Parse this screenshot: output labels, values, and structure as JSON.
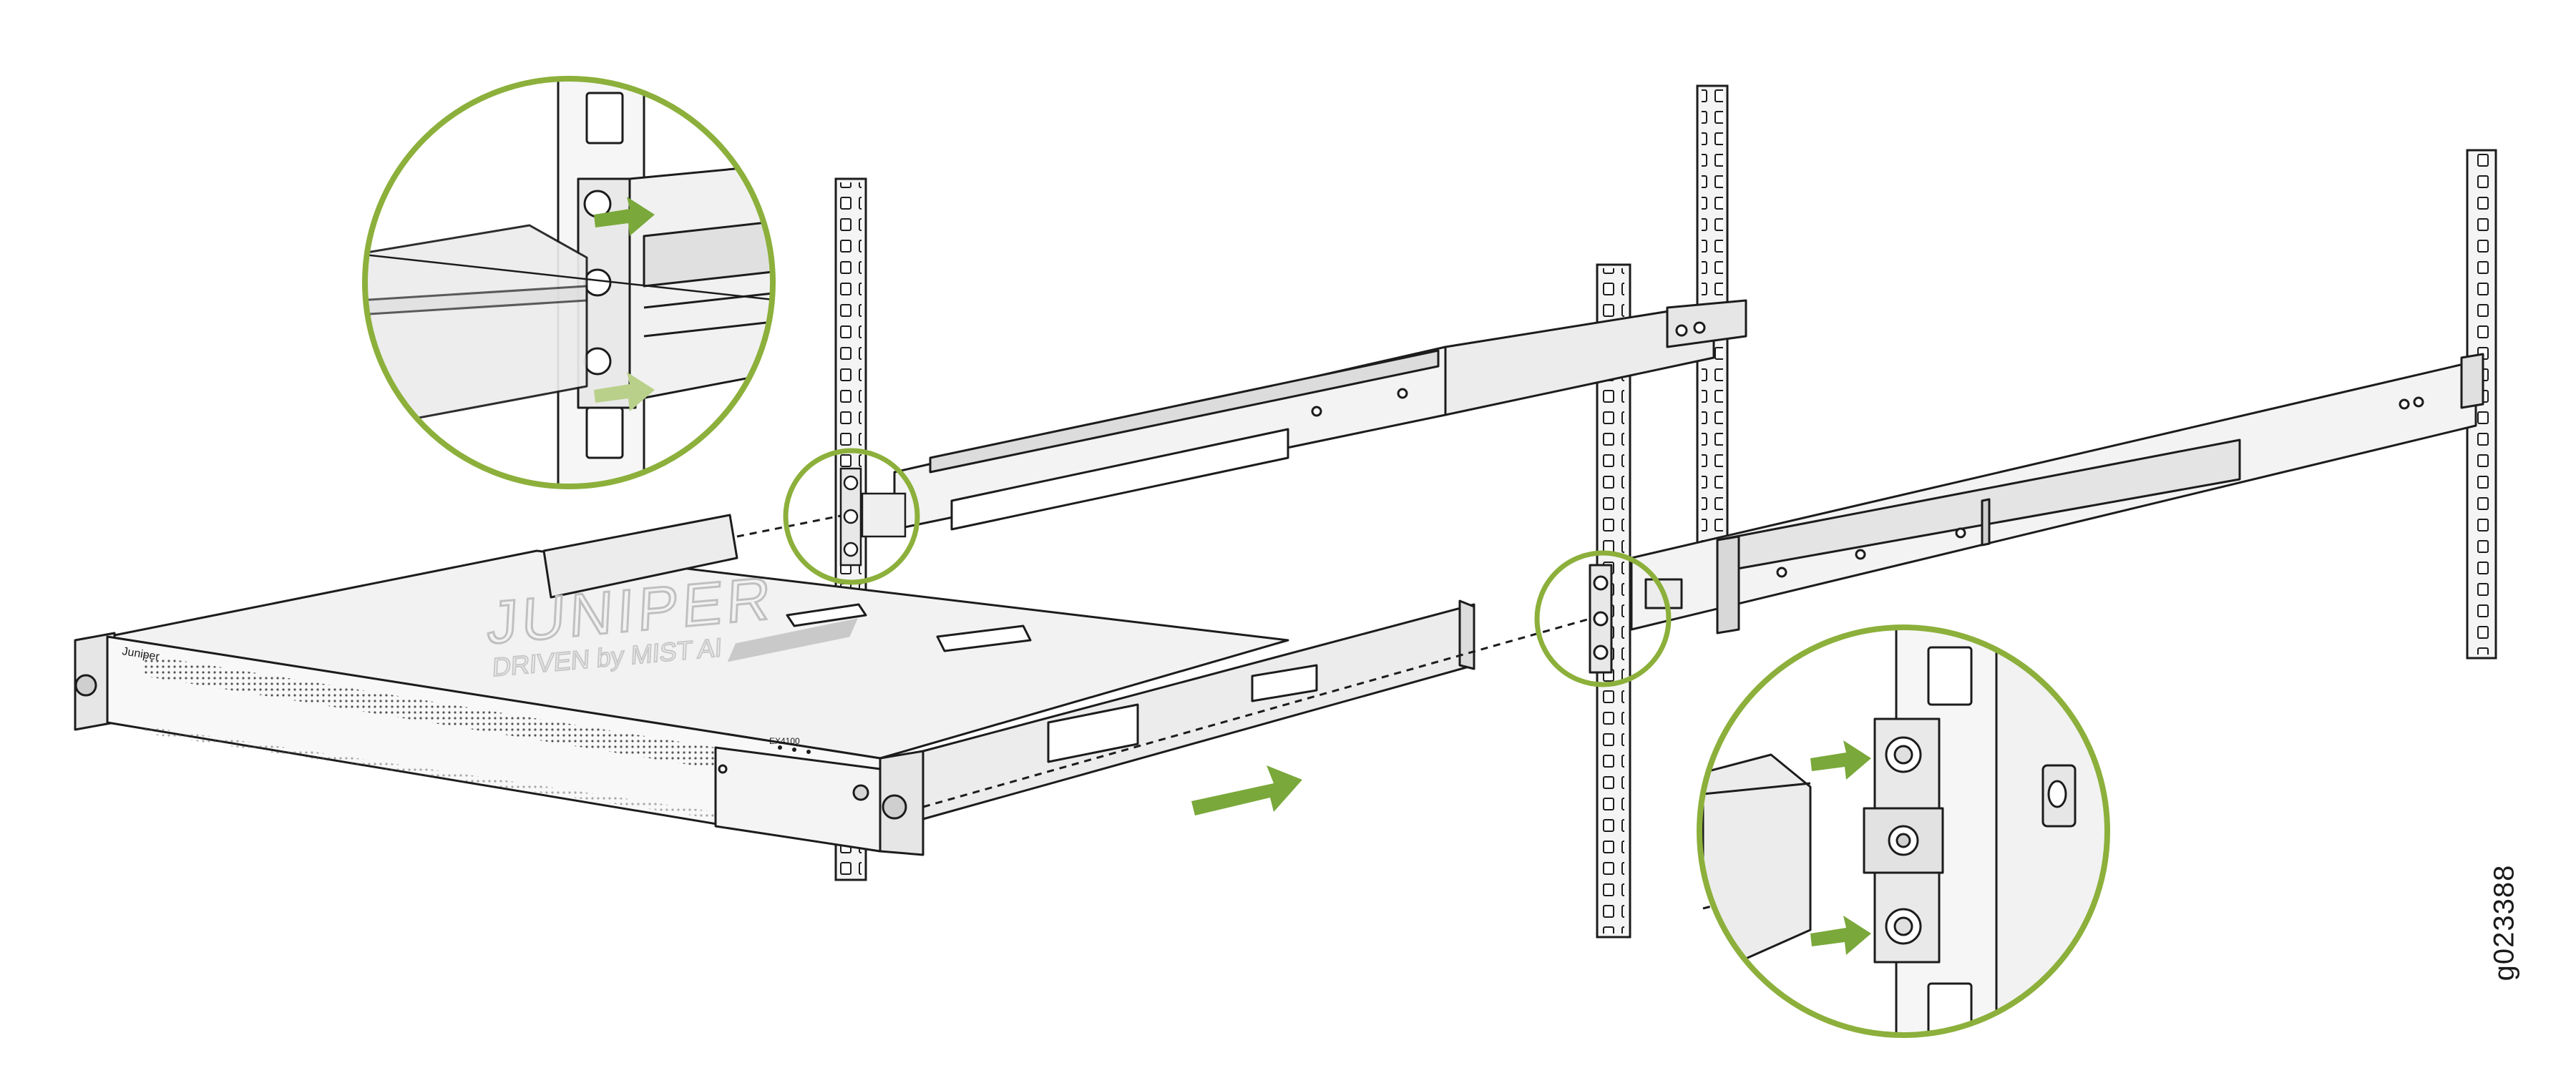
{
  "figure": {
    "id_label": "g023388",
    "front_badge": "Juniper",
    "logo_word": "JUNIPER",
    "logo_tagline": "DRIVEN by MIST AI",
    "model_label": "EX4100"
  },
  "colors": {
    "callout": "#8cb03b",
    "arrow": "#7aa83a",
    "arrow_faded": "#b9d08a",
    "line": "#1c1c1c",
    "fill_light": "#f0f0f0",
    "fill_mid": "#e2e2e2",
    "fill_dark": "#c9c9c9"
  },
  "icons": {
    "insert_direction": "arrow-right-icon",
    "magnify": "callout-circle"
  }
}
